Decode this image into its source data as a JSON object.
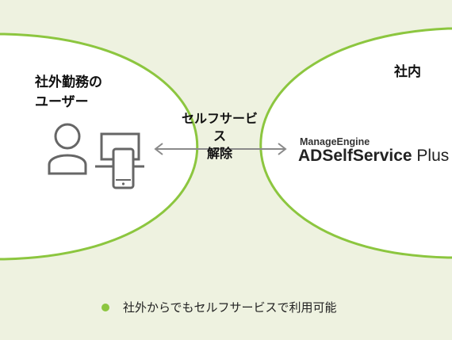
{
  "remote_user": {
    "line1": "社外勤務の",
    "line2": "ユーザー"
  },
  "office": {
    "label": "社内"
  },
  "connection": {
    "line1": "セルフサービス",
    "line2": "解除"
  },
  "product": {
    "brand": "ManageEngine",
    "name_bold": "ADSelfService",
    "name_light": "Plus"
  },
  "legend": {
    "text": "社外からでもセルフサービスで利用可能"
  },
  "colors": {
    "background": "#eef2e0",
    "region_border": "#8cc63f",
    "region_fill": "#ffffff",
    "arrow": "#8a8a8a",
    "icon": "#666666",
    "bullet": "#8cc63f"
  },
  "icons": [
    "user-icon",
    "computer-monitor-icon",
    "smartphone-icon",
    "double-arrow-icon"
  ]
}
